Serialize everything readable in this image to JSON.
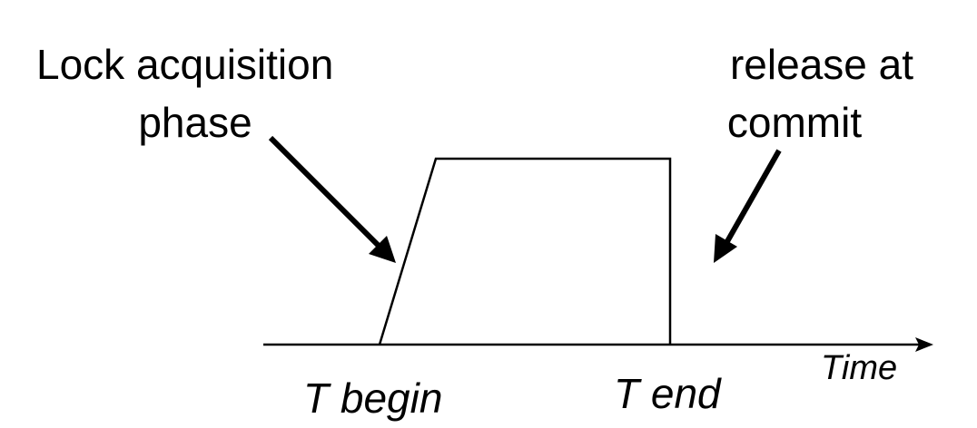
{
  "diagram": {
    "left_annotation": {
      "line1": "Lock acquisition",
      "line2": "phase"
    },
    "right_annotation": {
      "line1": "release at",
      "line2": "commit"
    },
    "x_axis_label": "Time",
    "begin_label": "T begin",
    "end_label": "T end",
    "stroke_color": "#000000",
    "background_color": "#ffffff"
  }
}
